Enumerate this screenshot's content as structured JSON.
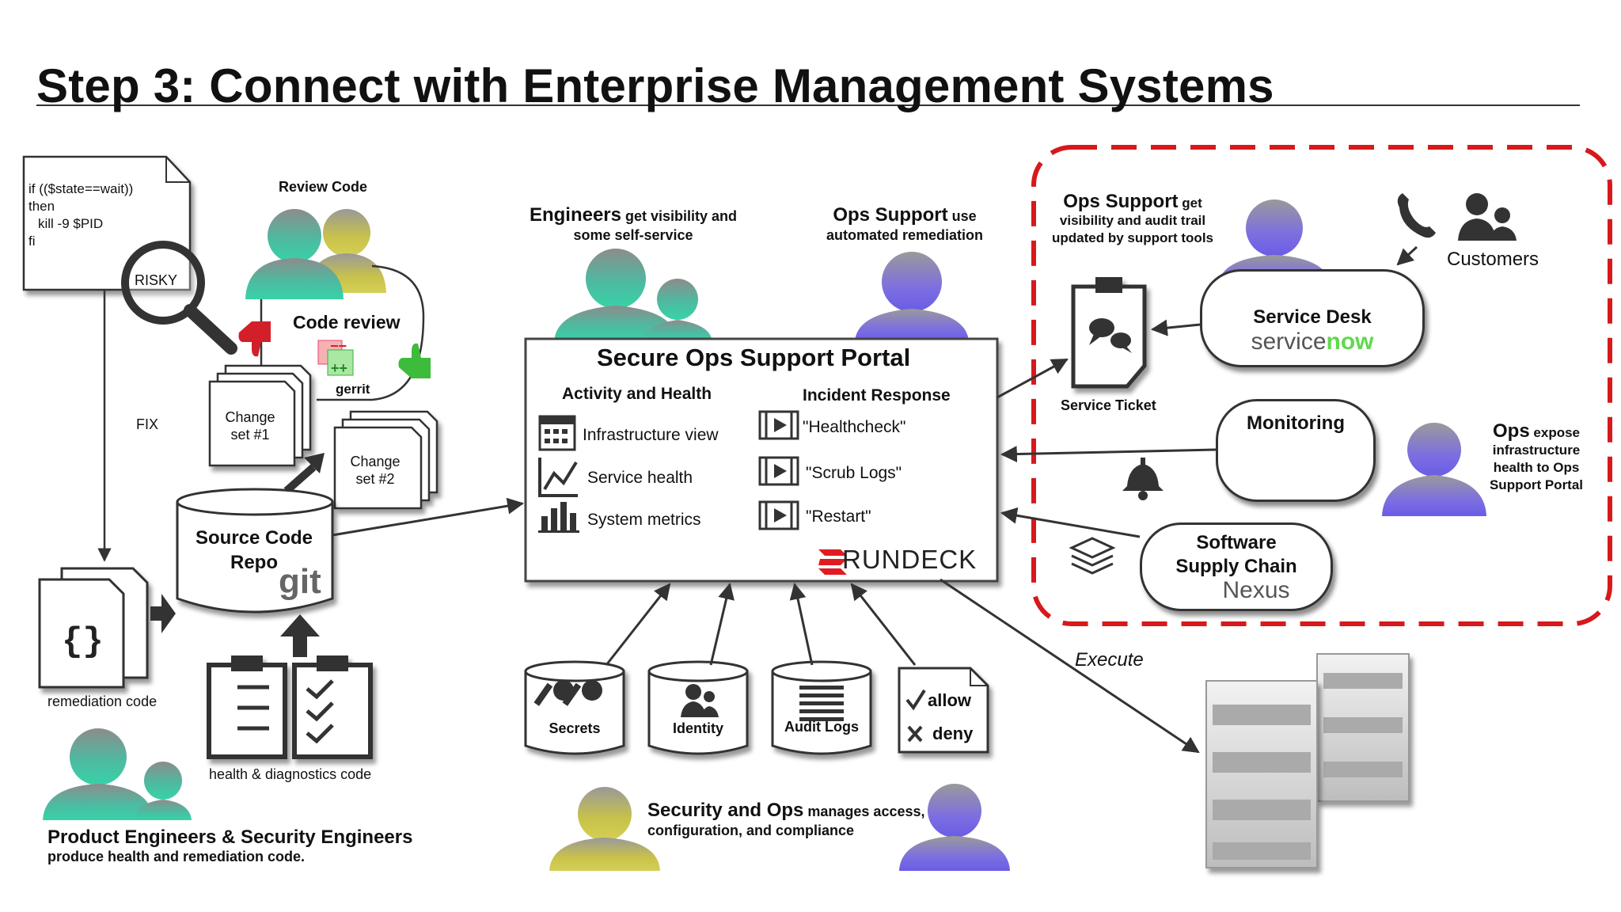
{
  "title": "Step 3: Connect with Enterprise Management Systems",
  "script_doc": {
    "lines": [
      "if (($state==wait))",
      "then",
      "  kill -9 $PID",
      "fi"
    ],
    "stamp": "RISKY"
  },
  "review": {
    "heading": "Review Code",
    "code_review": "Code review",
    "gerrit": "gerrit",
    "changeset1": [
      "Change",
      "set #1"
    ],
    "changeset2": [
      "Change",
      "set #2"
    ]
  },
  "fix_label": "FIX",
  "repo": {
    "line1": "Source Code",
    "line2": "Repo",
    "brand": "git"
  },
  "remediation_label": "remediation code",
  "health_label": "health & diagnostics code",
  "product_engineers": {
    "bold": "Product Engineers & Security Engineers",
    "rest": "produce health and remediation code."
  },
  "engineers_caption": {
    "bold": "Engineers",
    "rest1": " get visibility and",
    "rest2": "some self-service"
  },
  "ops_caption": {
    "bold": "Ops Support",
    "rest1": " use",
    "rest2": "automated remediation"
  },
  "portal": {
    "title": "Secure Ops Support Portal",
    "activity_heading": "Activity and Health",
    "activity_items": [
      "Infrastructure view",
      "Service health",
      "System metrics"
    ],
    "incident_heading": "Incident Response",
    "incident_items": [
      "\"Healthcheck\"",
      "\"Scrub Logs\"",
      "\"Restart\""
    ],
    "brand": "RUNDECK"
  },
  "stores": [
    "Secrets",
    "Identity",
    "Audit Logs"
  ],
  "policy": {
    "allow": "allow",
    "deny": "deny"
  },
  "security_caption": {
    "bold": "Security and Ops",
    "rest1": " manages access,",
    "rest2": "configuration, and compliance"
  },
  "execute_label": "Execute",
  "enterprise": {
    "ops_support_bold": "Ops Support",
    "ops_support_rest": [
      " get",
      "visibility and audit trail",
      "updated by support tools"
    ],
    "customers": "Customers",
    "service_ticket": "Service Ticket",
    "service_desk": {
      "label": "Service Desk",
      "brand_a": "service",
      "brand_b": "now"
    },
    "monitoring": "Monitoring",
    "supply_chain": {
      "line1": "Software",
      "line2": "Supply Chain",
      "brand": "Nexus"
    },
    "ops_expose_bold": "Ops",
    "ops_expose_rest": [
      " expose",
      "infrastructure",
      "health to Ops",
      "Support Portal"
    ]
  },
  "colors": {
    "highlight_border": "#d7191c",
    "teal": "#3ec9a7",
    "violet": "#7d6fe0",
    "olive": "#c9c24a",
    "servicenow_green": "#62d84e",
    "rundeck_red": "#e11b22"
  }
}
